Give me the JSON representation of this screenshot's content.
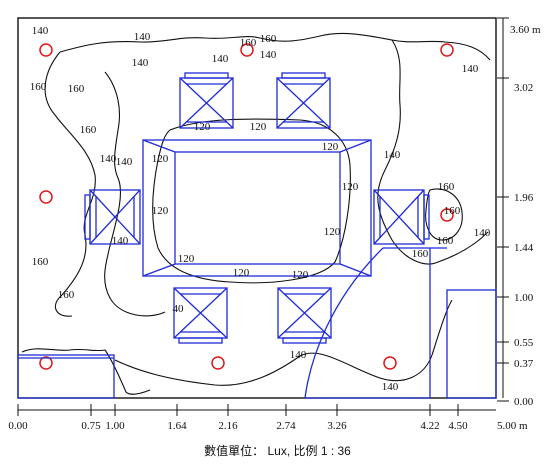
{
  "caption": "數值單位： Lux, 比例 1 : 36",
  "x_axis": {
    "ticks": [
      "0.00",
      "0.75",
      "1.00",
      "1.64",
      "2.16",
      "2.74",
      "3.26",
      "4.22",
      "4.50"
    ],
    "end_label": "5.00 m"
  },
  "y_axis": {
    "top_label": "3.60 m",
    "ticks": [
      "3.02",
      "1.96",
      "1.44",
      "1.00",
      "0.55",
      "0.37",
      "0.00"
    ]
  },
  "contour_labels": [
    "140",
    "140",
    "140",
    "140",
    "160",
    "160",
    "140",
    "160",
    "160",
    "160",
    "140",
    "120",
    "120",
    "140",
    "120",
    "120",
    "120",
    "140",
    "160",
    "120",
    "120",
    "160",
    "140",
    "160",
    "140",
    "120",
    "120",
    "120",
    "160",
    "160",
    "160",
    "40",
    "140",
    "140",
    "140"
  ],
  "colors": {
    "contour": "#111111",
    "furniture": "#1f2bd6",
    "light_marker": "#e0181b"
  },
  "light_marker_count": 8
}
